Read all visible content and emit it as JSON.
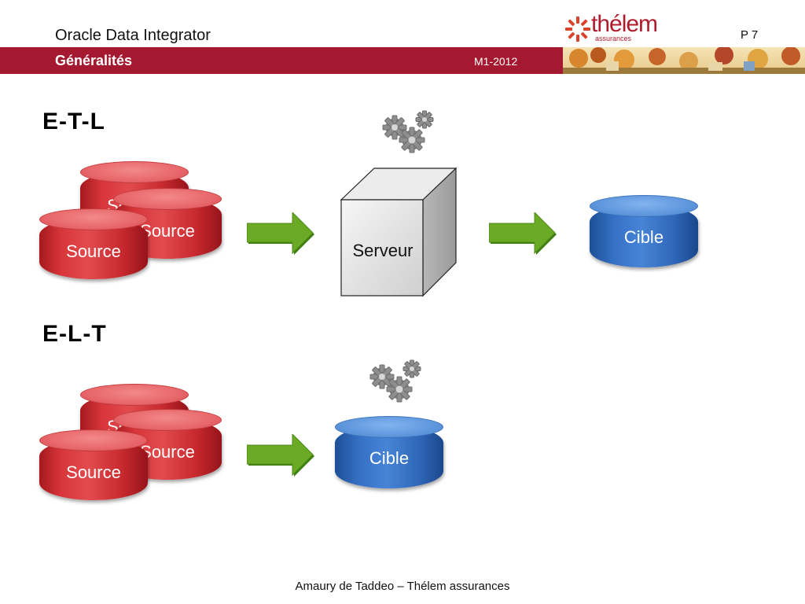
{
  "header": {
    "title": "Oracle Data Integrator",
    "subtitle": "Généralités",
    "code": "M1-2012",
    "page": "P 7",
    "logo_text": "thélem",
    "logo_sub": "assurances"
  },
  "sections": {
    "etl": {
      "title": "E-T-L",
      "sources": [
        "Source",
        "Source",
        "Source"
      ],
      "server": "Serveur",
      "target": "Cible"
    },
    "elt": {
      "title": "E-L-T",
      "sources": [
        "Source",
        "Source",
        "Source"
      ],
      "target": "Cible"
    }
  },
  "colors": {
    "band": "#a4192f",
    "source": "#d8353a",
    "target": "#3570c4",
    "arrow": "#5a9a1b"
  },
  "icons": [
    "gears-icon",
    "arrow-right-icon",
    "database-icon",
    "server-cube-icon"
  ],
  "footer": "Amaury de Taddeo – Thélem assurances"
}
